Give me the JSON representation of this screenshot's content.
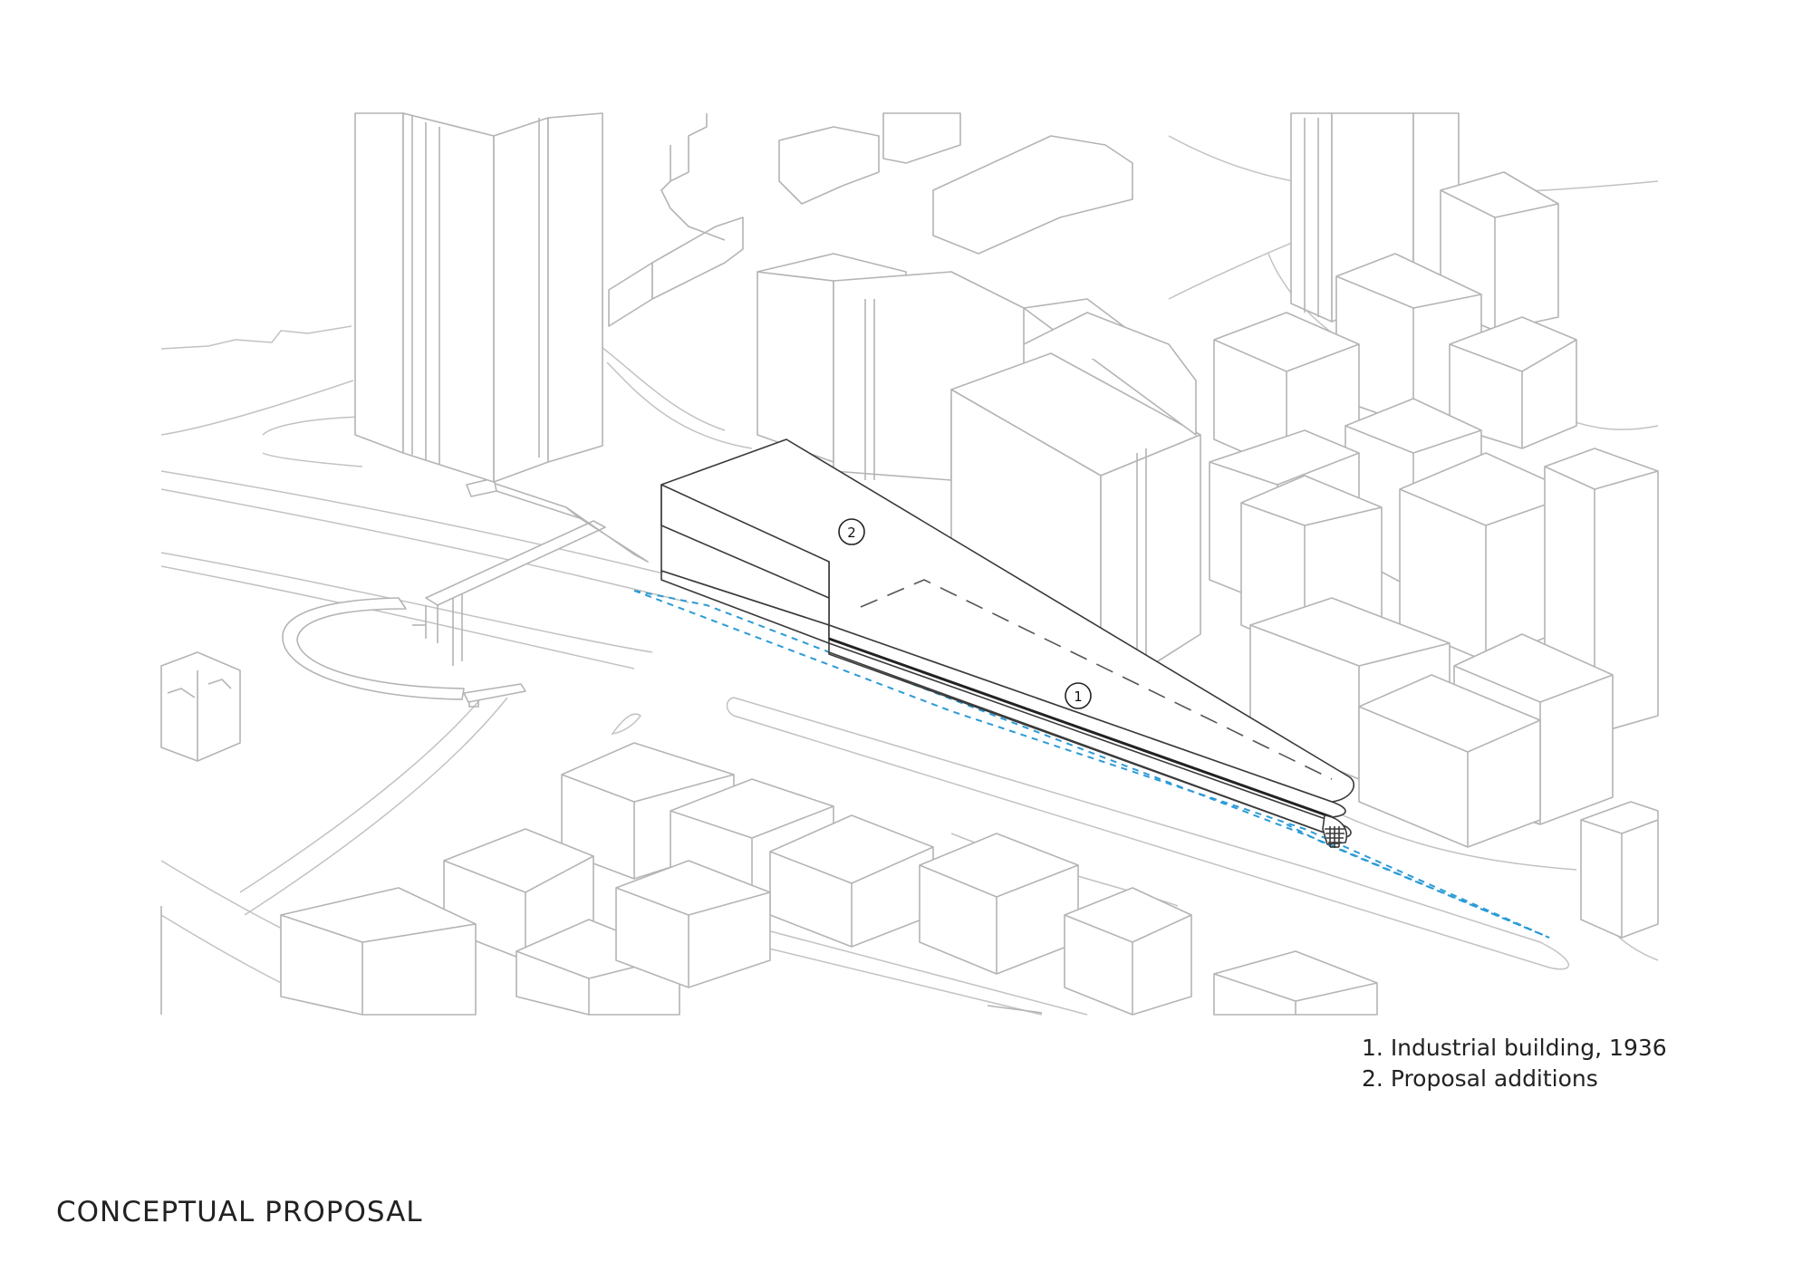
{
  "title": "CONCEPTUAL PROPOSAL",
  "legend": {
    "items": [
      {
        "number": "1.",
        "text": "Industrial building, 1936"
      },
      {
        "number": "2.",
        "text": "Proposal additions"
      }
    ]
  },
  "markers": {
    "existing": "1",
    "proposal": "2"
  },
  "colors": {
    "site_boundary": "#2b9bd6",
    "context_lines": "#b4b4b4",
    "building_lines": "#3a3a3a"
  }
}
